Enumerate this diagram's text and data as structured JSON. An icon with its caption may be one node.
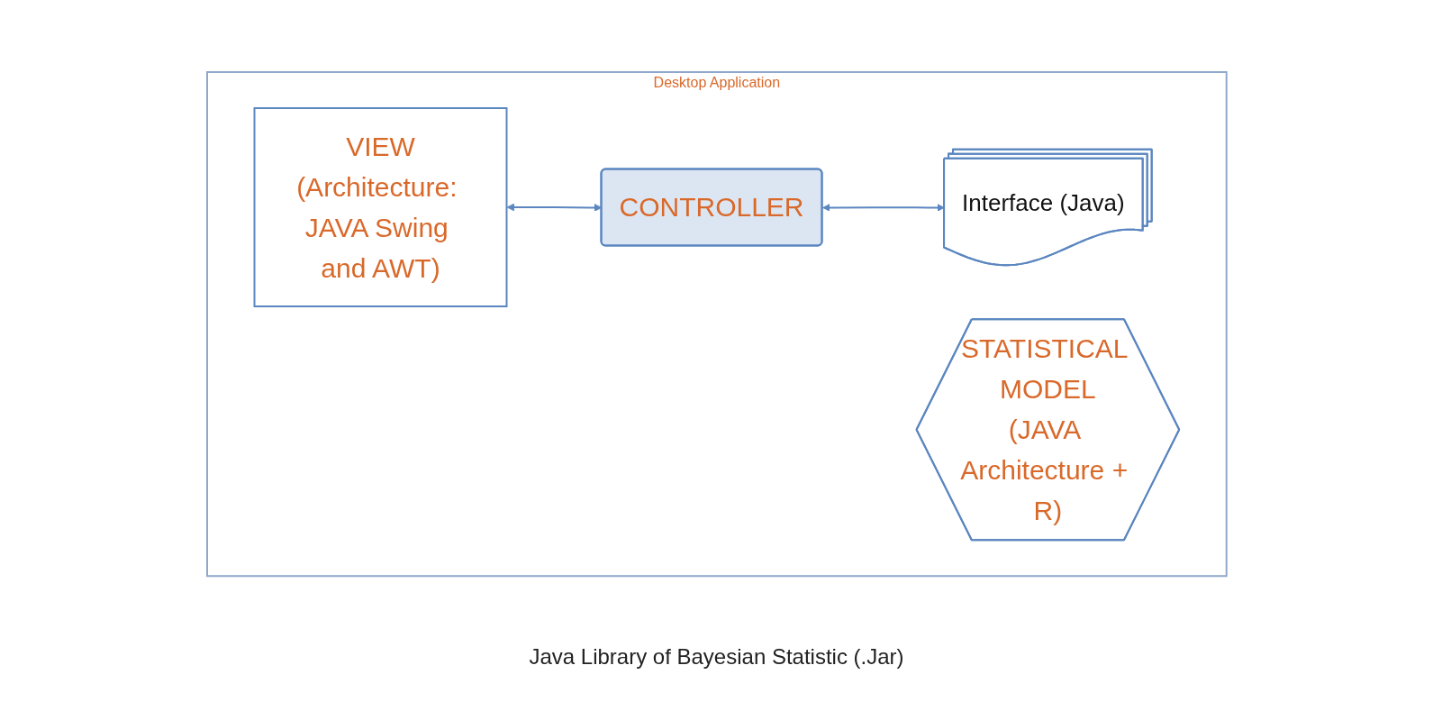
{
  "diagram": {
    "nodes": [
      {
        "text": [
          "Desktop Application"
        ]
      },
      {
        "text": [
          "VIEW",
          "(Architecture: JAVA Swing and AWT)"
        ],
        "in": 0
      },
      {
        "text": [
          "CONTROLLER"
        ],
        "in": 0
      },
      {
        "text": [
          "Interface (Java)"
        ],
        "in": 0
      },
      {
        "text": [
          "STATISTICAL MODEL",
          "(JAVA Architecture + R)"
        ],
        "in": 0
      }
    ],
    "edges": [
      {
        "from": 1,
        "to": 2,
        "arrow": "both"
      },
      {
        "from": 2,
        "to": 3,
        "arrow": "both"
      }
    ],
    "labels": [
      "Java Library of Bayesian Statistic (.Jar)"
    ]
  }
}
